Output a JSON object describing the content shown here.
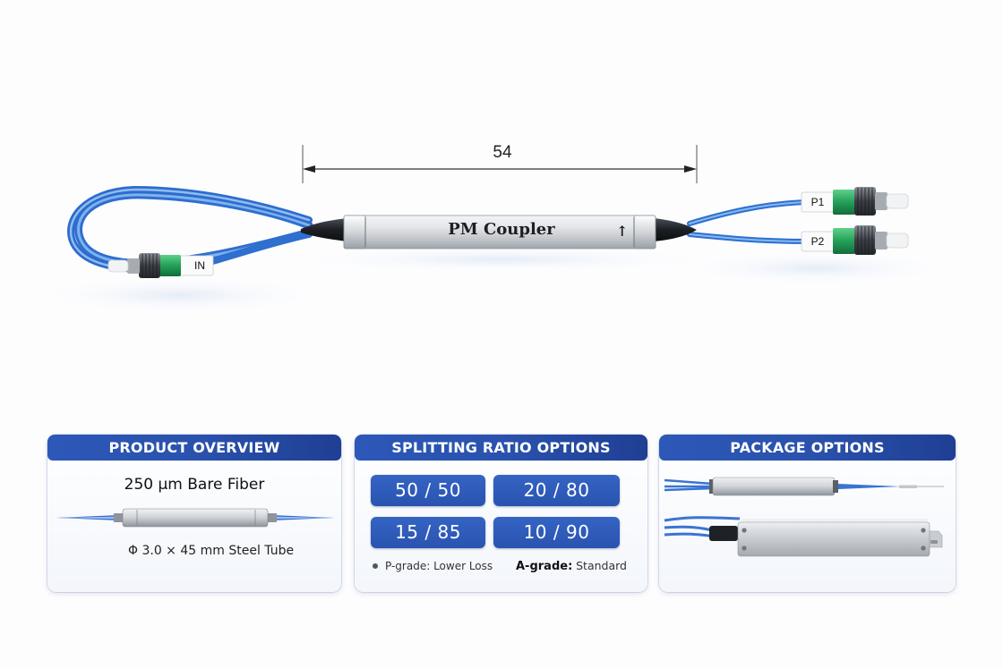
{
  "hero": {
    "dimension_value": "54",
    "device_label": "PM Coupler",
    "direction_mark": "↑",
    "ports": {
      "input": "IN",
      "output_1": "P1",
      "output_2": "P2"
    },
    "colors": {
      "fiber_blue": "#3a7fd6",
      "connector_green": "#27a15a",
      "boot_black": "#1f2227",
      "tube_silver": "#d5d8dc"
    }
  },
  "cards": {
    "overview": {
      "title": "PRODUCT OVERVIEW",
      "fiber_text": "250 µm Bare Fiber",
      "tube_text": "Φ 3.0 × 45 mm Steel Tube"
    },
    "ratio": {
      "title": "SPLITTING RATIO OPTIONS",
      "options": [
        "50 / 50",
        "20 / 80",
        "15 / 85",
        "10 / 90"
      ],
      "grade_p": "P-grade: Lower Loss",
      "grade_a_key": "A-grade:",
      "grade_a_value": "Standard"
    },
    "package": {
      "title": "PACKAGE OPTIONS"
    }
  },
  "theme": {
    "header_blue": "#2a52ad",
    "button_blue": "#2f5bbb",
    "background": "#fdfdfe"
  }
}
